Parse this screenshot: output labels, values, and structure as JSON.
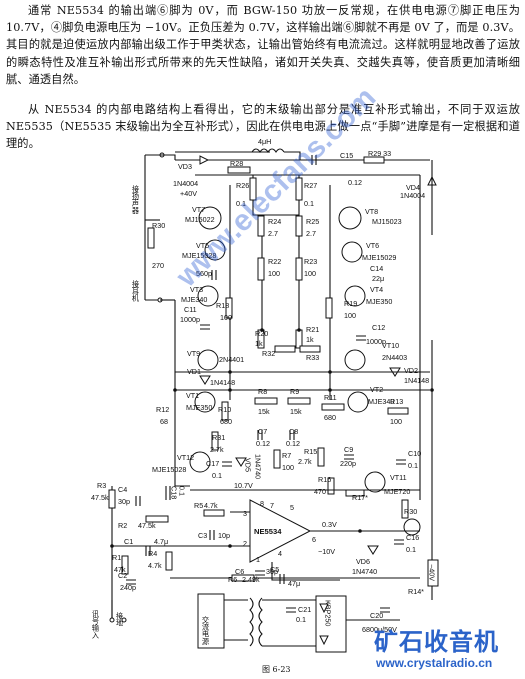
{
  "text": {
    "para1": "通常 NE5534 的输出端⑥脚为 0V，而 BGW-150 功放一反常规，在供电电源⑦脚正电压为 10.7V，④脚负电源电压为 −10V。正负压差为 0.7V，这样输出端⑥脚就不再是 0V 了，而是 0.3V。其目的就是迫使运放内部输出级工作于甲类状态，让输出管始终有电流流过。这样就明显地改善了运放的瞬态特性及准互补输出形式所带来的先天性缺陷，诸如开关失真、交越失真等，使音质更加清晰细腻、通透自然。",
    "para2": "从 NE5534 的内部电路结构上看得出，它的末级输出部分是准互补形式输出，不同于双运放 NE5535（NE5535 末级输出为全互补形式），因此在供电电源上做一点“手脚”进摩是有一定根据和道理的。"
  },
  "schematic": {
    "labels": {
      "speaker_out": "接扬声器",
      "earphone": "接耳机",
      "input": "讯号输入",
      "ac_power": "交流电源",
      "ground_a": "接地",
      "fig": "图 6-23",
      "plus40": "+40V",
      "minus40": "−40V",
      "v107": "10.7V",
      "v03": "0.3V",
      "vm10": "−10V",
      "ic": "NE5534",
      "bridge": "KBP250"
    },
    "parts": {
      "VD3": "VD3",
      "1N4004a": "1N4004",
      "R28": "R28",
      "L": "4μH",
      "C15": "C15",
      "R29": "R29 33",
      "c012a": "0.12",
      "VD4": "VD4",
      "1N4004b": "1N4004",
      "R26": "R26",
      "R27": "R27",
      "r01a": "0.1",
      "r01b": "0.1",
      "R30": "R30",
      "r270": "270",
      "VT7": "VT7",
      "MJ15022": "MJ15022",
      "VT8": "VT8",
      "MJ15023": "MJ15023",
      "R24": "R24",
      "R25": "R25",
      "r27a": "2.7",
      "r27b": "2.7",
      "VT5": "VT5",
      "MJE15028": "MJE15028",
      "VT6": "VT6",
      "MJE15029": "MJE15029",
      "R22": "R22",
      "R23": "R23",
      "r100a": "100",
      "r100b": "100",
      "c560p": "560p",
      "C14": "C14",
      "c22u": "22μ",
      "VT3": "VT3",
      "MJE340": "MJE340",
      "R18": "R18",
      "r100c": "100",
      "R19": "R19",
      "r100d": "100",
      "VT4": "VT4",
      "MJE350": "MJE350",
      "C11": "C11",
      "c1000p": "1000p",
      "C12": "C12",
      "c1000pb": "1000p",
      "R20": "R20",
      "r1k": "1k",
      "R21": "R21",
      "r1kb": "1k",
      "R32": "R32",
      "R33": "R33",
      "VT9": "VT9",
      "VT9p": "2N4401",
      "VT10": "VT10",
      "VT10p": "2N4403",
      "VD1": "VD1",
      "VD1p": "1N4148",
      "VD2": "VD2",
      "VD2p": "1N4148",
      "VT1": "VT1",
      "VT1p": "MJE350",
      "VT2": "VT2",
      "VT2p": "MJE340",
      "R8": "R8",
      "r15k": "15k",
      "R9": "R9",
      "r15kb": "15k",
      "R10": "R10",
      "r680": "680",
      "R11": "R11",
      "r680b": "680",
      "R12": "R12",
      "r68": "68",
      "R13": "R13",
      "r100e": "100",
      "R31": "R31",
      "r27k": "2.7k",
      "C7": "C7",
      "c012b": "0.12",
      "C8": "C8",
      "c012c": "0.12",
      "R7": "R7",
      "r100f": "100",
      "R15": "R15",
      "r27kb": "2.7k",
      "C9": "C9",
      "c220p": "220p",
      "C10": "C10",
      "c01": "0.1",
      "VT12": "VT12",
      "VT12p": "MJE15028",
      "C17": "C17",
      "c01b": "0.1",
      "VD5": "VD5",
      "VD5p": "1N4740",
      "R16": "R16",
      "r470": "470",
      "VT11": "VT11",
      "VT11p": "MJE720",
      "R17": "R17*",
      "R3": "R3",
      "r47k": "47.5k",
      "C4": "C4",
      "c30p": "30p",
      "C18": "C18",
      "c01c": "0.1",
      "R5": "R5",
      "r47kc": "4.7k",
      "C3": "C3",
      "c10p": "10p",
      "R2": "R2",
      "r475kb": "47.5k",
      "C1": "C1",
      "c47u": "4.7μ",
      "R1": "R1",
      "r47kd": "47k",
      "R4": "R4",
      "r47ke": "4.7k",
      "C2": "C2",
      "c240p": "240p",
      "C6": "C6",
      "c30pb": "30p",
      "R30b": "R30",
      "r820": "820",
      "C16": "C16",
      "c01d": "0.1",
      "VD6": "VD6",
      "VD6p": "1N4740",
      "R14": "R14*",
      "R6": "R6",
      "r249": "2.49k",
      "C5": "C5",
      "c47u2": "47μ",
      "C21": "C21",
      "c01e": "0.1",
      "C20": "C20",
      "c20val": "6800μ/50V",
      "pin2": "2",
      "pin3": "3",
      "pin4": "4",
      "pin6": "6",
      "pin7": "7",
      "pin5": "5",
      "pin1": "1",
      "pin8": "8"
    }
  },
  "brand": {
    "name": "矿石收音机",
    "url": "www.crystalradio.cn"
  },
  "watermark": "www.elecfans.com"
}
